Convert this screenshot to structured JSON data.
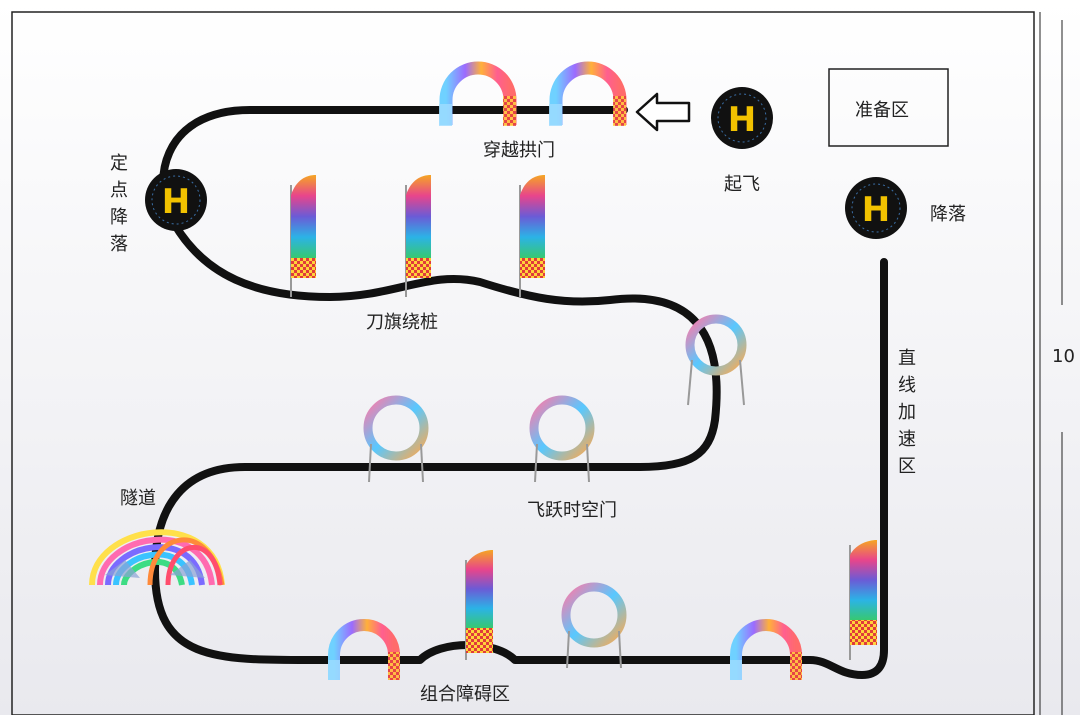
{
  "course": {
    "prep_area": "准备区",
    "takeoff": "起飞",
    "landing": "降落",
    "pad_letter": "H",
    "arch_gate": "穿越拱门",
    "precise_landing": "定点降落",
    "flag_slalom": "刀旗绕桩",
    "tunnel": "隧道",
    "spacetime_gate": "飞跃时空门",
    "straight_accel": "直线加速区",
    "combo_obstacles": "组合障碍区",
    "edge_number": "10"
  },
  "colors": {
    "track": "#111111",
    "pad": "#111111",
    "pad_letter": "#f2c200",
    "background": "#f4f4f6"
  }
}
